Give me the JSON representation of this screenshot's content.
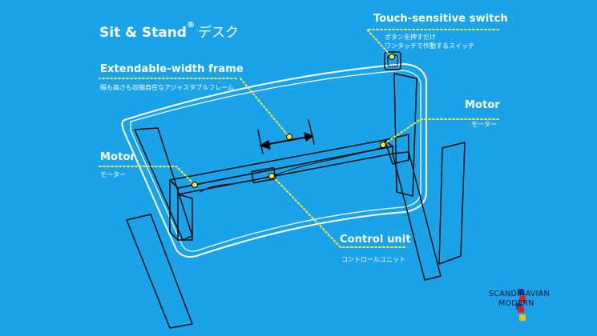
{
  "title": {
    "main": "Sit & Stand",
    "registered": "®",
    "jp": "デスク"
  },
  "callouts": {
    "touch_switch": {
      "title": "Touch-sensitive switch",
      "line1": "ボタンを押すだけ",
      "line2": "ワンタッチで作動するスイッチ"
    },
    "frame": {
      "title": "Extendable-width frame",
      "sub": "幅も高さも収縮自在なアジャスタブルフレーム"
    },
    "motor_right": {
      "title": "Motor",
      "sub": "モーター"
    },
    "motor_left": {
      "title": "Motor",
      "sub": "モーター"
    },
    "control_unit": {
      "title": "Control unit",
      "sub": "コントロールユニット"
    }
  },
  "brand": {
    "line1": "SCANDINAVIAN",
    "line2": "MODERN"
  },
  "colors": {
    "background": "#1aa3e8",
    "callout_line": "#f5e642",
    "flag_blue": "#1f3f9a",
    "flag_red": "#e02020",
    "flag_yellow": "#f5c400"
  }
}
